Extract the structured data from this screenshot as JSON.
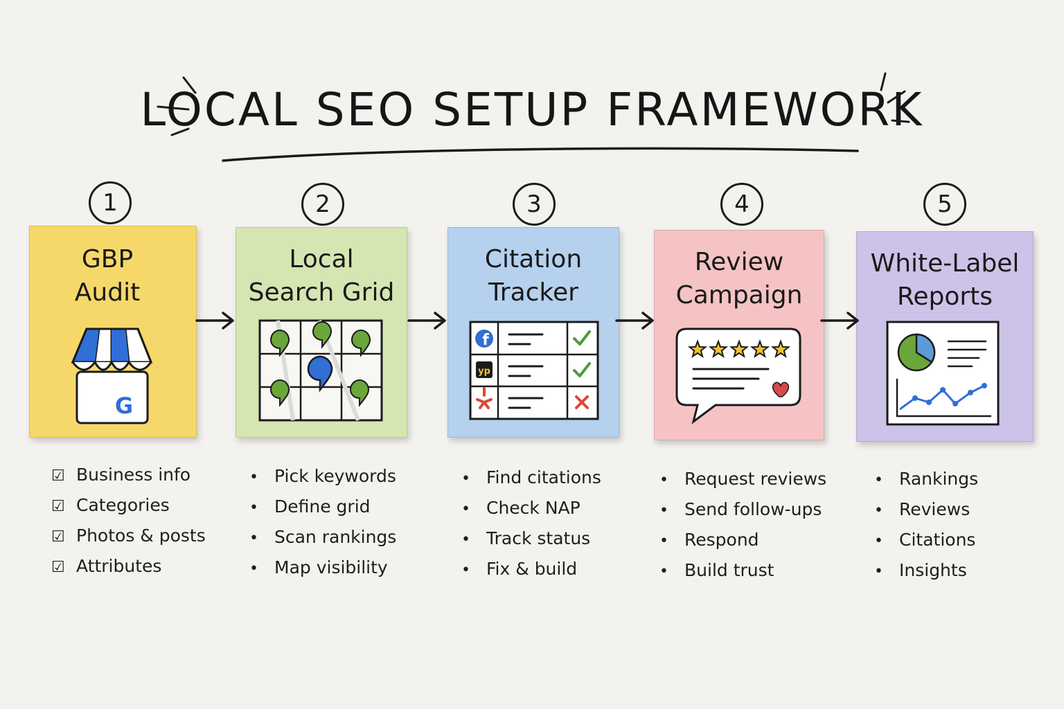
{
  "title": "Local SEO Setup Framework",
  "colors": {
    "gbp": "#f6d86a",
    "grid": "#d5e6b2",
    "citation": "#b5d1ee",
    "review": "#f5c3c3",
    "reports": "#cdc3e9",
    "google_blue": "#2f6fd6",
    "pin_green": "#6aa63a",
    "check_green": "#4f9a3a",
    "cross_red": "#d84a36",
    "star_yellow": "#f2c230",
    "heart_red": "#d84a4a"
  },
  "steps": [
    {
      "number": "1",
      "title": "GBP\nAudit",
      "illustration": "storefront-icon",
      "store_letter": "G",
      "bullet_style": "checkbox",
      "items": [
        "Business info",
        "Categories",
        "Photos & posts",
        "Attributes"
      ]
    },
    {
      "number": "2",
      "title": "Local\nSearch Grid",
      "illustration": "map-grid-icon",
      "bullet_style": "dot",
      "items": [
        "Pick keywords",
        "Define grid",
        "Scan rankings",
        "Map visibility"
      ]
    },
    {
      "number": "3",
      "title": "Citation\nTracker",
      "illustration": "citation-table-icon",
      "citation_rows": [
        {
          "source": "facebook-icon",
          "label": "f",
          "status": "check"
        },
        {
          "source": "yellow-pages-icon",
          "label": "yp",
          "status": "check"
        },
        {
          "source": "yelp-icon",
          "label": "",
          "status": "cross"
        }
      ],
      "bullet_style": "dot",
      "items": [
        "Find citations",
        "Check NAP",
        "Track status",
        "Fix & build"
      ]
    },
    {
      "number": "4",
      "title": "Review\nCampaign",
      "illustration": "review-bubble-icon",
      "stars": 5,
      "bullet_style": "dot",
      "items": [
        "Request reviews",
        "Send follow-ups",
        "Respond",
        "Build trust"
      ]
    },
    {
      "number": "5",
      "title": "White-Label\nReports",
      "illustration": "report-chart-icon",
      "bullet_style": "dot",
      "items": [
        "Rankings",
        "Reviews",
        "Citations",
        "Insights"
      ]
    }
  ]
}
